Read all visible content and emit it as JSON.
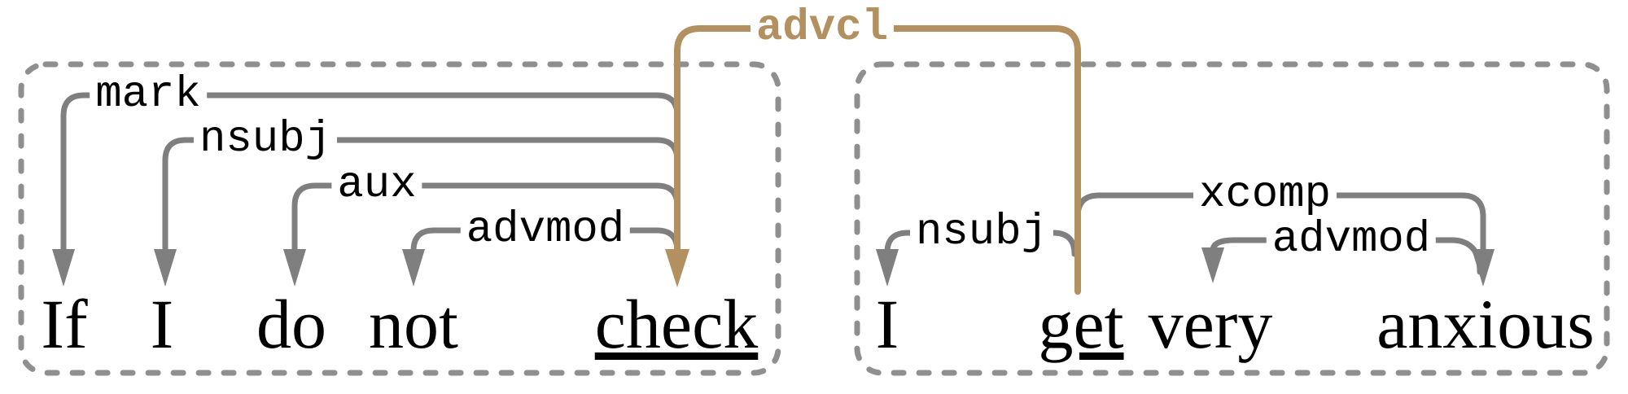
{
  "diagram_type": "dependency-parse",
  "sentence": "If I do not check I get very anxious",
  "clauses": {
    "left": {
      "words": [
        "If",
        "I",
        "do",
        "not",
        "check"
      ],
      "root_word": "check",
      "deps": [
        {
          "label": "mark",
          "head": "check",
          "dependent": "If"
        },
        {
          "label": "nsubj",
          "head": "check",
          "dependent": "I"
        },
        {
          "label": "aux",
          "head": "check",
          "dependent": "do"
        },
        {
          "label": "advmod",
          "head": "check",
          "dependent": "not"
        }
      ]
    },
    "right": {
      "words": [
        "I",
        "get",
        "very",
        "anxious"
      ],
      "root_word": "get",
      "deps": [
        {
          "label": "nsubj",
          "head": "get",
          "dependent": "I"
        },
        {
          "label": "xcomp",
          "head": "get",
          "dependent": "anxious"
        },
        {
          "label": "advmod",
          "head": "anxious",
          "dependent": "very"
        }
      ]
    }
  },
  "cross_clause": {
    "label": "advcl",
    "head": "get",
    "dependent": "check"
  },
  "colors": {
    "arc_gray": "#7f7f7f",
    "box_dash_gray": "#8f8f8f",
    "advcl_tan": "#b2905f",
    "text_black": "#000000",
    "background": "#ffffff"
  }
}
